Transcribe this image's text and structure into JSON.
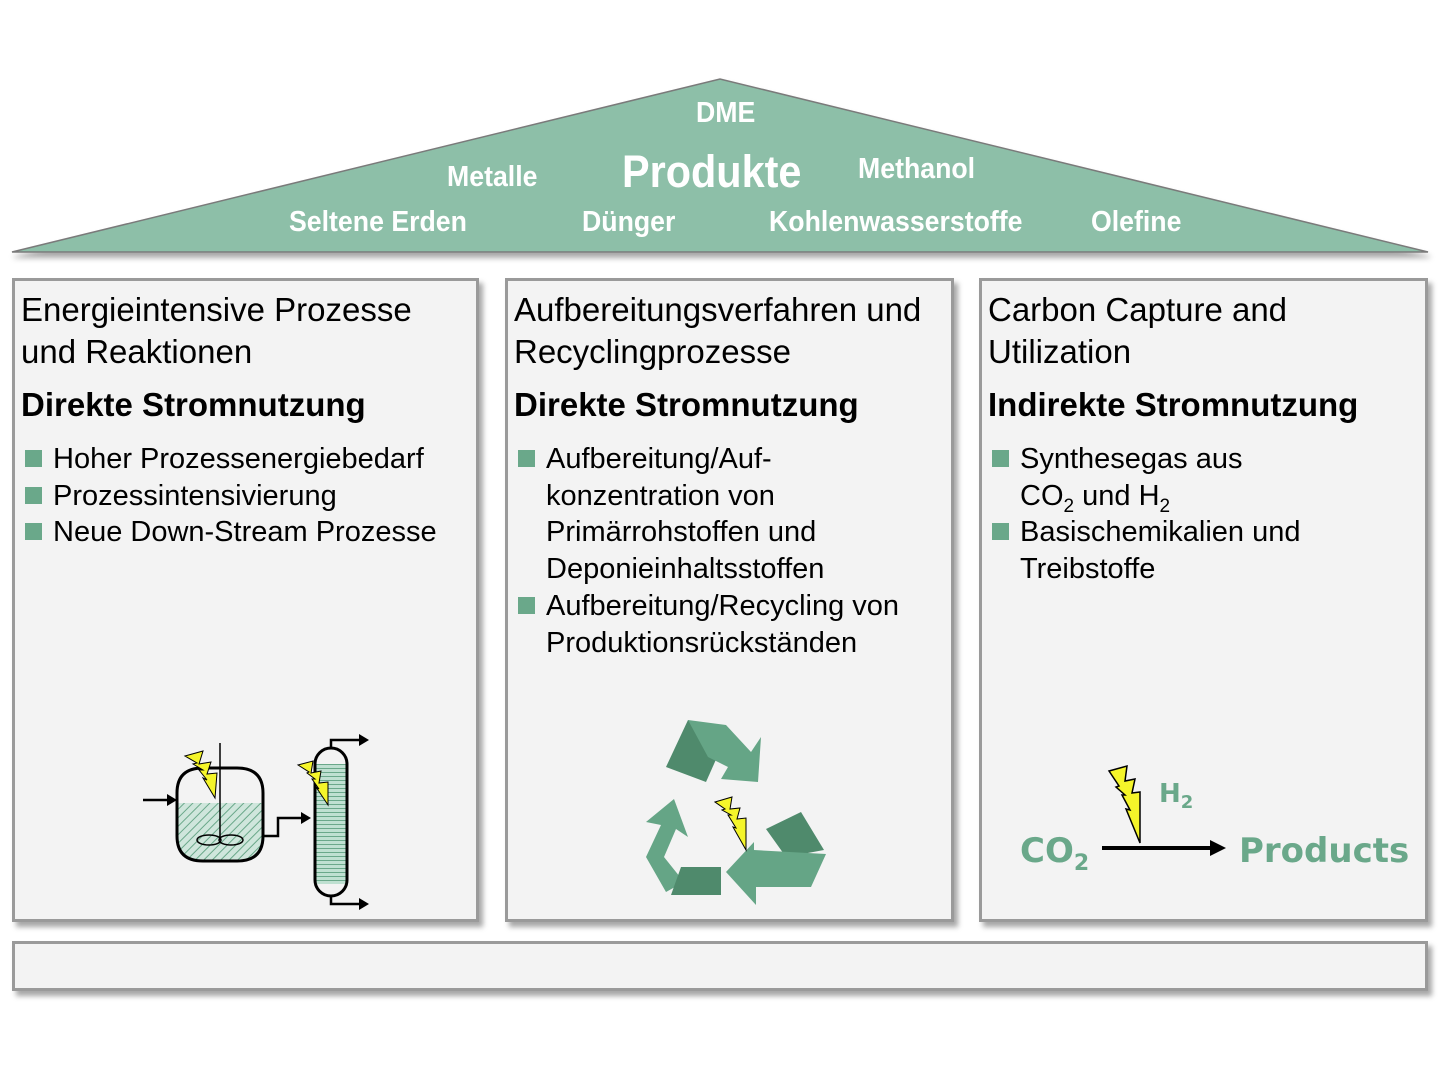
{
  "roof": {
    "title": "Produkte",
    "items": [
      "DME",
      "Metalle",
      "Methanol",
      "Seltene Erden",
      "Dünger",
      "Kohlenwasserstoffe",
      "Olefine"
    ],
    "color": "#8dbfa8"
  },
  "columns": [
    {
      "title_line1": "Energieintensive Prozesse",
      "title_line2": "und Reaktionen",
      "subtitle": "Direkte Stromnutzung",
      "bullets": [
        "Hoher Prozessenergiebedarf",
        "Prozessintensivierung",
        "Neue Down-Stream Prozesse"
      ],
      "illustration": "reactor-column-icon"
    },
    {
      "title_line1": "Aufbereitungsverfahren und",
      "title_line2": "Recyclingprozesse",
      "subtitle": "Direkte Stromnutzung",
      "bullets": [
        [
          "Aufbereitung/Auf-",
          "konzentration von",
          "Primärrohstoffen und",
          "Deponieinhaltsstoffen"
        ],
        [
          "Aufbereitung/Recycling von",
          "Produktionsrückständen"
        ]
      ],
      "illustration": "recycling-icon"
    },
    {
      "title_line1": "Carbon Capture and",
      "title_line2": "Utilization",
      "subtitle": "Indirekte Stromnutzung",
      "bullets": [
        {
          "line1": "Synthesegas aus",
          "l2a": "CO",
          "l2sub": "2",
          "l2b": " und H",
          "l2sub2": "2"
        },
        [
          "Basischemikalien und",
          "Treibstoffe"
        ]
      ],
      "illustration": {
        "reactant": "CO",
        "reactant_sub": "2",
        "reagent": "H",
        "reagent_sub": "2",
        "product": "Products"
      }
    }
  ],
  "colors": {
    "accent": "#6aa88a",
    "roof": "#8dbfa8",
    "panel": "#f3f3f3",
    "border": "#9a9a9a",
    "bolt": "#f5f52a"
  }
}
